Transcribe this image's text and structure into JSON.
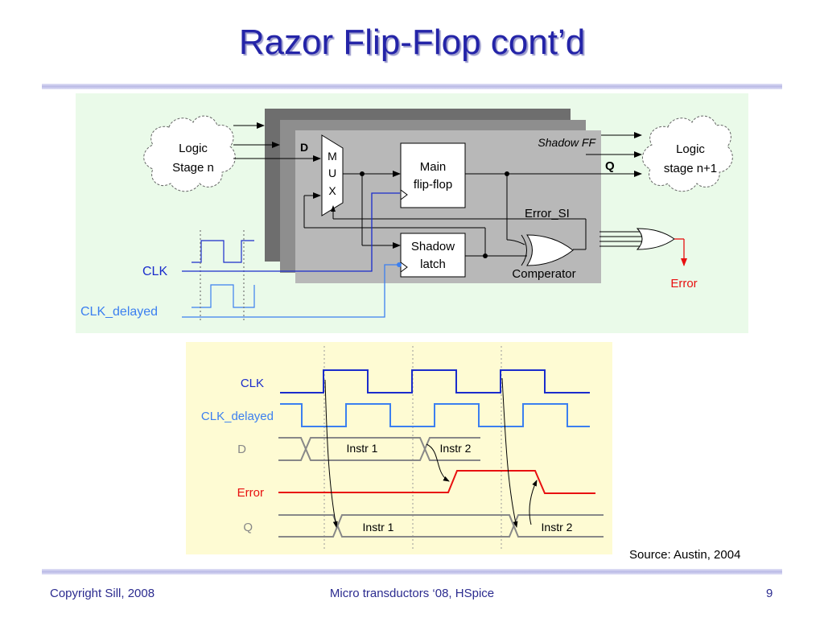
{
  "slide": {
    "title": "Razor Flip-Flop cont’d",
    "source": "Source: Austin, 2004",
    "footer_left": "Copyright Sill, 2008",
    "footer_center": "Micro transductors ‘08, HSpice",
    "page_number": "9"
  },
  "circuit": {
    "logic_stage_n": [
      "Logic",
      "Stage n"
    ],
    "logic_stage_n1": [
      "Logic",
      "stage n+1"
    ],
    "mux": [
      "M",
      "U",
      "X"
    ],
    "main_ff": [
      "Main",
      "flip-flop"
    ],
    "shadow_latch": [
      "Shadow",
      "latch"
    ],
    "shadow_ff_label": "Shadow FF",
    "d_label": "D",
    "q_label": "Q",
    "error_si_label": "Error_SI",
    "comparator_label": "Comperator",
    "clk_label": "CLK",
    "clk_delayed_label": "CLK_delayed",
    "error_label": "Error"
  },
  "timing": {
    "signals": {
      "clk": "CLK",
      "clk_delayed": "CLK_delayed",
      "d": "D",
      "error": "Error",
      "q": "Q"
    },
    "d_values": [
      "Instr 1",
      "Instr 2"
    ],
    "q_values": [
      "Instr 1",
      "Instr 2"
    ]
  },
  "colors": {
    "clk": "#1a2ccc",
    "clk_delayed": "#3b7ff0",
    "error": "#e81010",
    "signal_gray": "#888888"
  }
}
